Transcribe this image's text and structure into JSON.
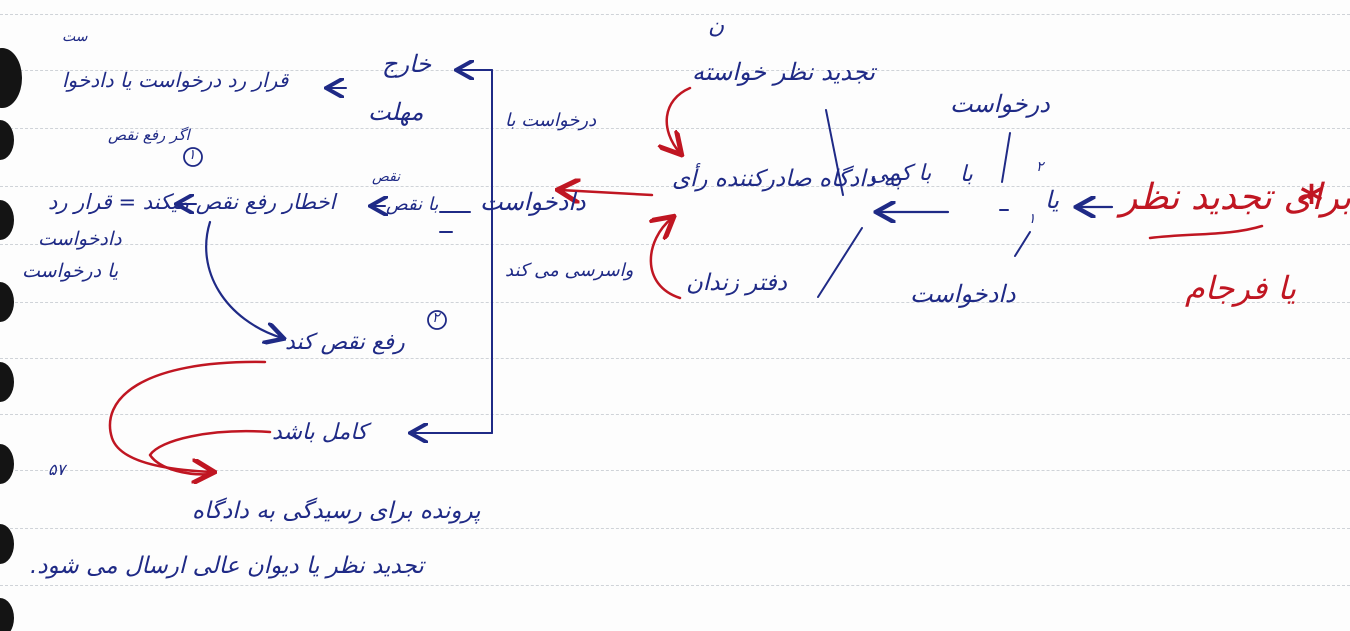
{
  "colors": {
    "paper": "#fdfdfd",
    "rule": "#cfd3d8",
    "blue_ink": "#1f2a86",
    "red_ink": "#c01622",
    "holes": "#141414"
  },
  "labels": {
    "title_line1": "برای تجدید نظر",
    "title_line2": "یا فرجام",
    "asterisk": "*",
    "right_ya": "یا",
    "right_yek": "۱",
    "right_do": "۲",
    "right_top": "درخواست",
    "right_bottom": "دادخواست",
    "after_branch_ba": "با",
    "after_branch_ba_kami": "با کمی",
    "mid_top_n": "ن",
    "mid_top": "تجدید نظر خواسته",
    "mid_center": "به دادگاه صادرکننده رأی",
    "mid_bottom": "دفتر زندان",
    "left_center": "دادخواست",
    "left_upper": "درخواست با",
    "left_lower": "واسرسی می کند",
    "out_top_a": "خارج",
    "out_top_b": "مهلت",
    "out_top_desc": "قرار رد درخواست یا دادخوا",
    "out_top_desc_end": "ست",
    "circle1": "۱",
    "nagh_label": "نقص",
    "ya_nagh": "با نقص",
    "notice": "اخطار رفع نقص میکند = قرار رد",
    "notice_tag": "اگر رفع نقص",
    "notice_line2": "دادخواست",
    "notice_line3": "یا درخواست",
    "circle2": "۲",
    "fix": "رفع نقص کند",
    "complete": "کامل باشد",
    "final_num": "۵۷",
    "final_line1": "پرونده برای رسیدگی به دادگاه",
    "final_line2": "تجدید نظر یا دیوان عالی ارسال می شود."
  }
}
